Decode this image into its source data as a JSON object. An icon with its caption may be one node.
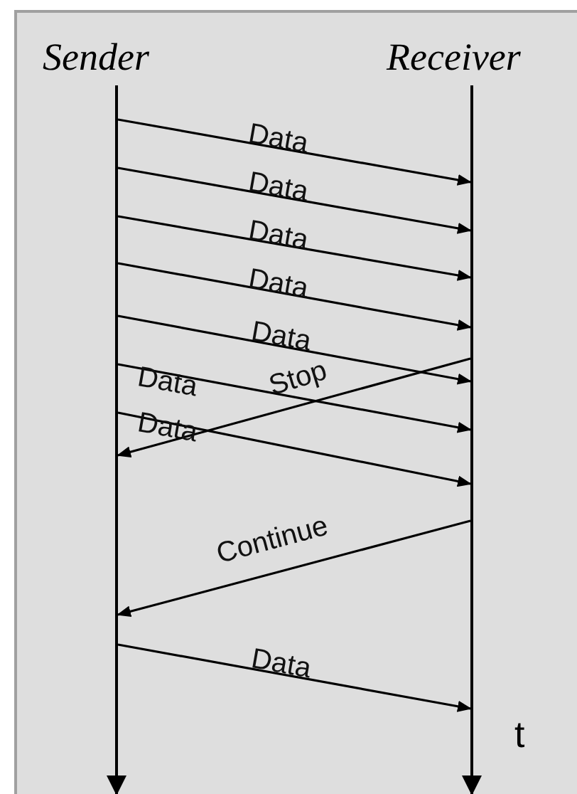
{
  "diagram": {
    "nodes": [
      {
        "text": [
          "Sender"
        ]
      },
      {
        "text": [
          "Receiver"
        ]
      }
    ],
    "edges": [
      {
        "from": 0,
        "to": 1,
        "arrow": "to",
        "label": "Data"
      },
      {
        "from": 0,
        "to": 1,
        "arrow": "to",
        "label": "Data"
      },
      {
        "from": 0,
        "to": 1,
        "arrow": "to",
        "label": "Data"
      },
      {
        "from": 0,
        "to": 1,
        "arrow": "to",
        "label": "Data"
      },
      {
        "from": 0,
        "to": 1,
        "arrow": "to",
        "label": "Data"
      },
      {
        "from": 1,
        "to": 0,
        "arrow": "to",
        "label": "Stop"
      },
      {
        "from": 0,
        "to": 1,
        "arrow": "to",
        "label": "Data"
      },
      {
        "from": 0,
        "to": 1,
        "arrow": "to",
        "label": "Data"
      },
      {
        "from": 1,
        "to": 0,
        "arrow": "to",
        "label": "Continue"
      },
      {
        "from": 0,
        "to": 1,
        "arrow": "to",
        "label": "Data"
      }
    ],
    "labels": [
      "t"
    ]
  }
}
